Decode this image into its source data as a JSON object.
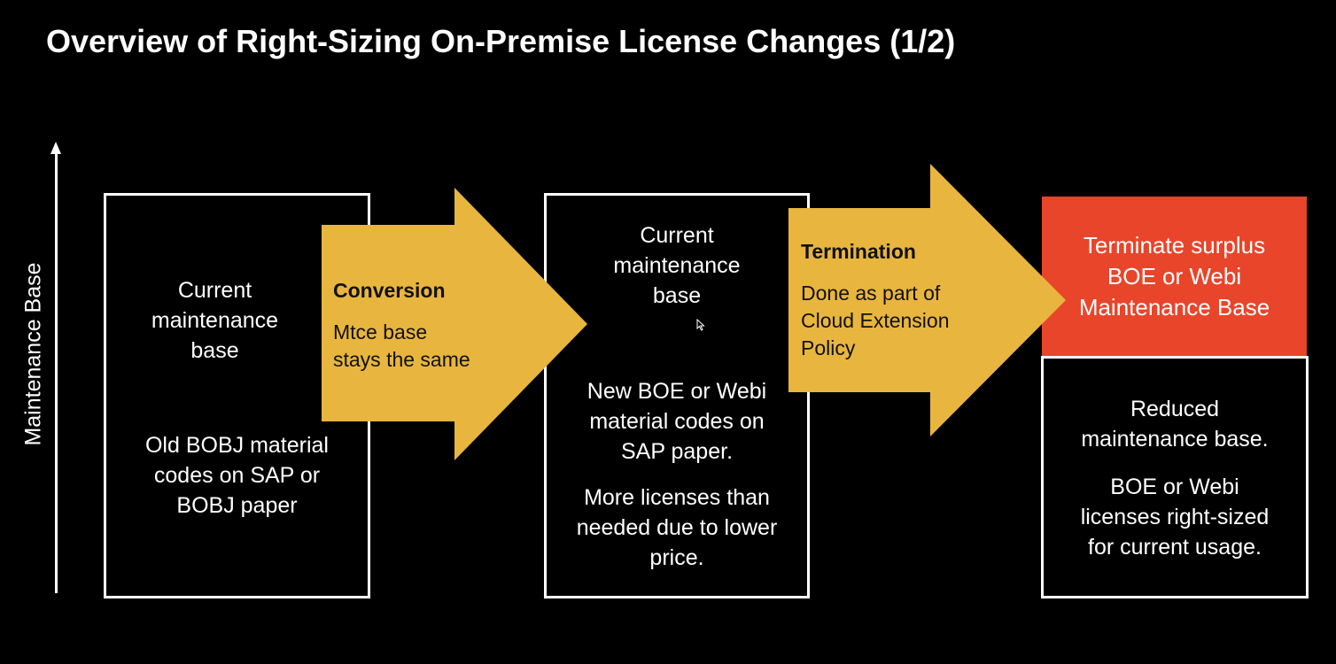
{
  "title": "Overview of Right-Sizing On-Premise License Changes (1/2)",
  "axis": {
    "label": "Maintenance Base",
    "arrow_icon": "arrow-up-icon"
  },
  "box_a": {
    "heading": "Current\nmaintenance\nbase",
    "body": "Old BOBJ material\ncodes on SAP or\nBOBJ paper"
  },
  "arrow_1": {
    "title": "Conversion",
    "desc": "Mtce base\nstays the same"
  },
  "box_b": {
    "heading": "Current\nmaintenance\nbase",
    "body1": "New BOE or Webi\nmaterial codes on\nSAP paper.",
    "body2": "More licenses than\nneeded due to lower\nprice."
  },
  "arrow_2": {
    "title": "Termination",
    "desc": "Done as part of\nCloud Extension\nPolicy"
  },
  "box_c": {
    "heading": "Terminate surplus\nBOE or Webi\nMaintenance Base",
    "body1": "Reduced\nmaintenance base.",
    "body2": "BOE or Webi\nlicenses right-sized\nfor current usage."
  },
  "colors": {
    "background": "#000000",
    "arrow_fill": "#e8b53e",
    "highlight": "#e8452a",
    "text": "#ffffff"
  }
}
